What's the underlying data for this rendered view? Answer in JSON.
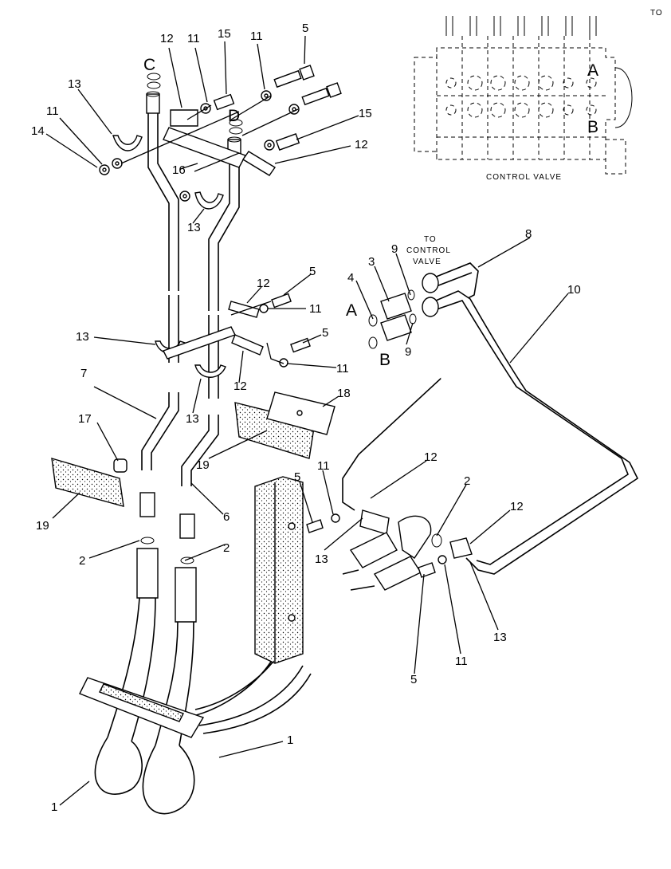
{
  "corner_label": "TO",
  "inset": {
    "title": "CONTROL VALVE",
    "port_a": "A",
    "port_b": "B"
  },
  "to_control_valve": "TO\nCONTROL\nVALVE",
  "letters": {
    "c": "C",
    "d": "D",
    "a": "A",
    "b": "B"
  },
  "callouts": {
    "p12_top": "12",
    "p11_top_a": "11",
    "p15_top": "15",
    "p11_top_b": "11",
    "p5_top": "5",
    "p13_top": "13",
    "p11_left": "11",
    "p14": "14",
    "p16": "16",
    "p15_mid": "15",
    "p12_mid": "12",
    "p13_mid": "13",
    "p12_clamp": "12",
    "p5_clamp": "5",
    "p11_clamp": "11",
    "p5_clamp2": "5",
    "p11_clamp2": "11",
    "p13_clamp": "13",
    "p13_clamp2": "13",
    "p12_clamp2": "12",
    "p7": "7",
    "p17": "17",
    "p19_left": "19",
    "p2_left": "2",
    "p6": "6",
    "p2_mid": "2",
    "p18": "18",
    "p19_mid": "19",
    "p4": "4",
    "p3": "3",
    "p9_top": "9",
    "p9_bot": "9",
    "p8": "8",
    "p10": "10",
    "p11_lower": "11",
    "p5_lower": "5",
    "p12_lower": "12",
    "p13_lower": "13",
    "p2_right": "2",
    "p12_right": "12",
    "p13_right": "13",
    "p5_bottom": "5",
    "p11_bottom": "11",
    "p1_right": "1",
    "p1_left": "1"
  }
}
